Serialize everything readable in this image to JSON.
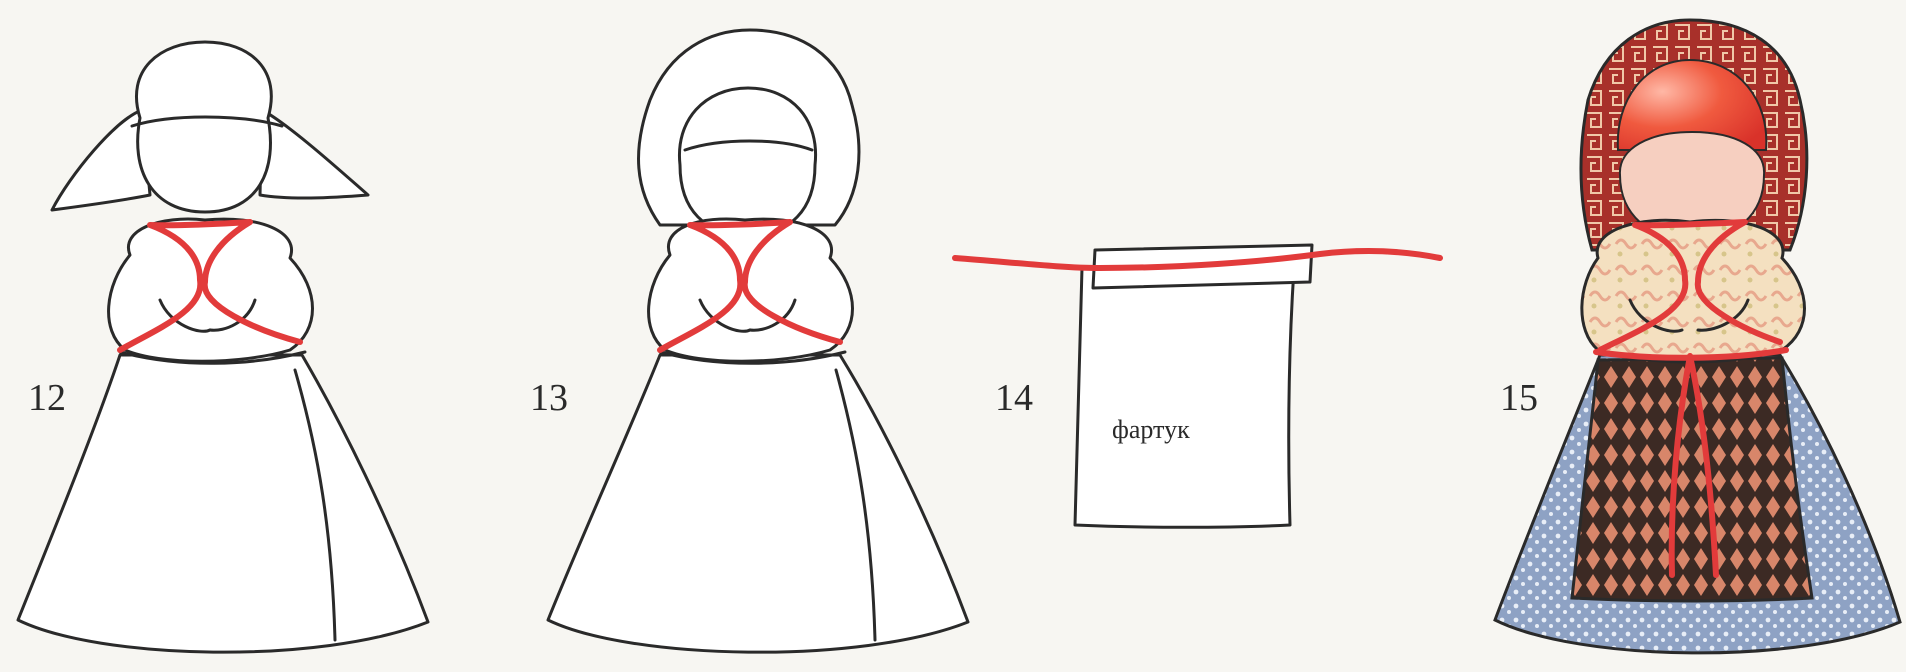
{
  "steps": [
    {
      "number": "12"
    },
    {
      "number": "13"
    },
    {
      "number": "14",
      "label": "фартук"
    },
    {
      "number": "15"
    }
  ],
  "colors": {
    "thread": "#e23b3b",
    "outline": "#2a2a2a",
    "kerchief": "#b03a2e",
    "blouse": "#f2d6b3",
    "apron": "#c8704a",
    "skirt": "#9fb0cc",
    "face": "#f6cfc0"
  }
}
